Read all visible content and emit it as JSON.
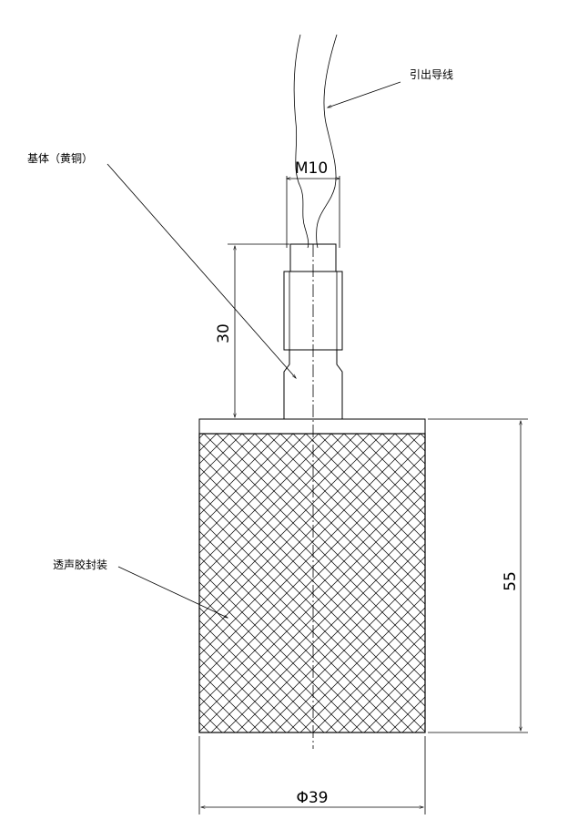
{
  "labels": {
    "lead_wire": "引出导线",
    "base_body": "基体（黄铜）",
    "potting": "透声胶封装"
  },
  "dimensions": {
    "thread": "M10",
    "stem_height": "30",
    "body_height": "55",
    "body_diameter": "Φ39"
  }
}
